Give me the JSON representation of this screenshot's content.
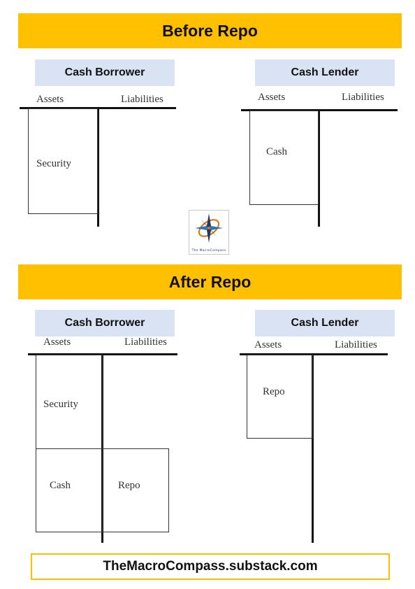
{
  "before": {
    "banner": "Before Repo",
    "borrower": {
      "title": "Cash Borrower",
      "assets_label": "Assets",
      "liabilities_label": "Liabilities",
      "assets": [
        "Security"
      ],
      "liabilities": []
    },
    "lender": {
      "title": "Cash Lender",
      "assets_label": "Assets",
      "liabilities_label": "Liabilities",
      "assets": [
        "Cash"
      ],
      "liabilities": []
    }
  },
  "after": {
    "banner": "After Repo",
    "borrower": {
      "title": "Cash Borrower",
      "assets_label": "Assets",
      "liabilities_label": "Liabilities",
      "assets": [
        "Security",
        "Cash"
      ],
      "liabilities": [
        "Repo"
      ]
    },
    "lender": {
      "title": "Cash Lender",
      "assets_label": "Assets",
      "liabilities_label": "Liabilities",
      "assets": [
        "Repo"
      ],
      "liabilities": []
    }
  },
  "logo": {
    "text": "The MacroCompass"
  },
  "footer": "TheMacroCompass.substack.com",
  "colors": {
    "banner": "#ffc000",
    "party_header": "#dae3f3",
    "logo_orange": "#e46c0a",
    "logo_navy": "#1f3864"
  }
}
